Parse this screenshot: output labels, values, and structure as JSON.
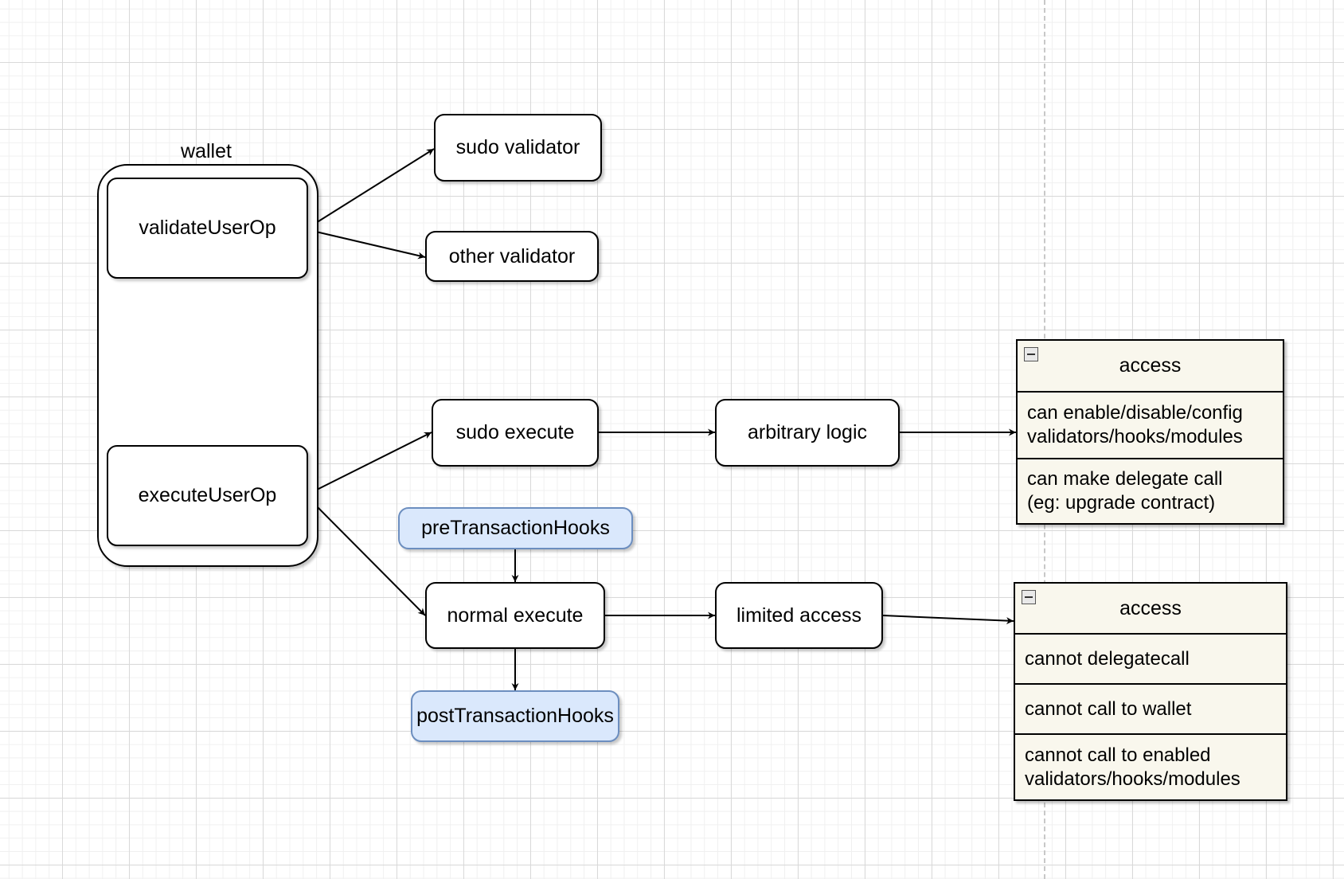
{
  "wallet": {
    "label": "wallet",
    "validate": "validateUserOp",
    "execute": "executeUserOp"
  },
  "validators": {
    "sudo": "sudo validator",
    "other": "other validator"
  },
  "execution": {
    "sudo_execute": "sudo execute",
    "arbitrary_logic": "arbitrary logic",
    "normal_execute": "normal execute",
    "limited_access": "limited access",
    "pre_hooks": "preTransactionHooks",
    "post_hooks": "postTransactionHooks"
  },
  "sudo_access": {
    "title": "access",
    "rows": [
      "can enable/disable/config\nvalidators/hooks/modules",
      "can make delegate call\n(eg: upgrade contract)"
    ]
  },
  "limited_access_table": {
    "title": "access",
    "rows": [
      "cannot delegatecall",
      "cannot call to wallet",
      "cannot call to enabled\nvalidators/hooks/modules"
    ]
  },
  "colors": {
    "hook_fill": "#dae8fc",
    "hook_border": "#6c8ebf",
    "access_fill": "#f9f7ed",
    "edge": "#000000"
  }
}
